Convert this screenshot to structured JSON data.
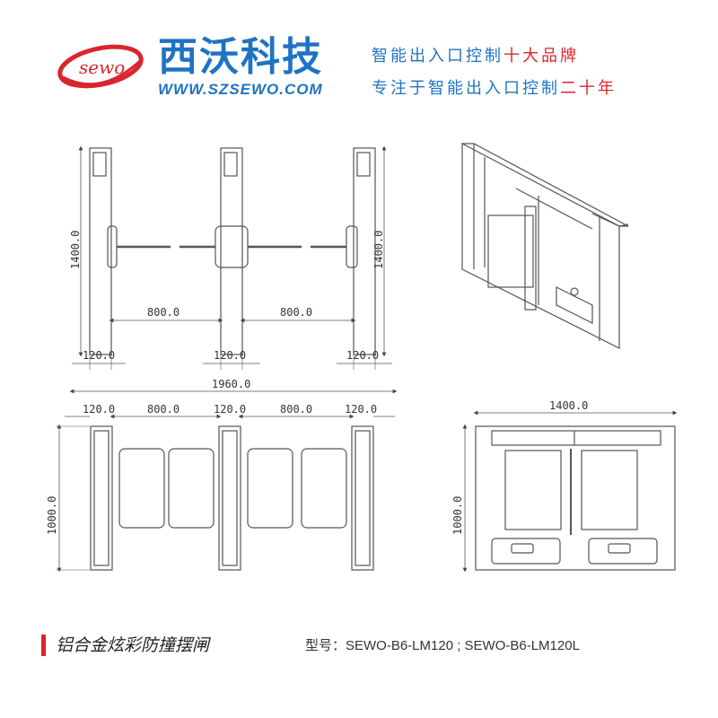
{
  "logo": {
    "mark_text": "sewo",
    "icon": "sewo-oval-logo"
  },
  "brand": {
    "name": "西沃科技",
    "url": "WWW.SZSEWO.COM"
  },
  "slogan": {
    "line1_blue": "智能出入口控制",
    "line1_red": "十大品牌",
    "line2_blue": "专注于智能出入口控制",
    "line2_red": "二十年"
  },
  "dimensions": {
    "height_1400": "1400.0",
    "gap_800": "800.0",
    "post_120": "120.0",
    "total_1960": "1960.0",
    "height_1000": "1000.0",
    "width_1400": "1400.0"
  },
  "caption": {
    "title": "铝合金炫彩防撞摆闸",
    "model": "型号：SEWO-B6-LM120 ; SEWO-B6-LM120L"
  },
  "colors": {
    "brand_blue": "#1f73c4",
    "accent_red": "#d9262c",
    "line": "#555555"
  }
}
